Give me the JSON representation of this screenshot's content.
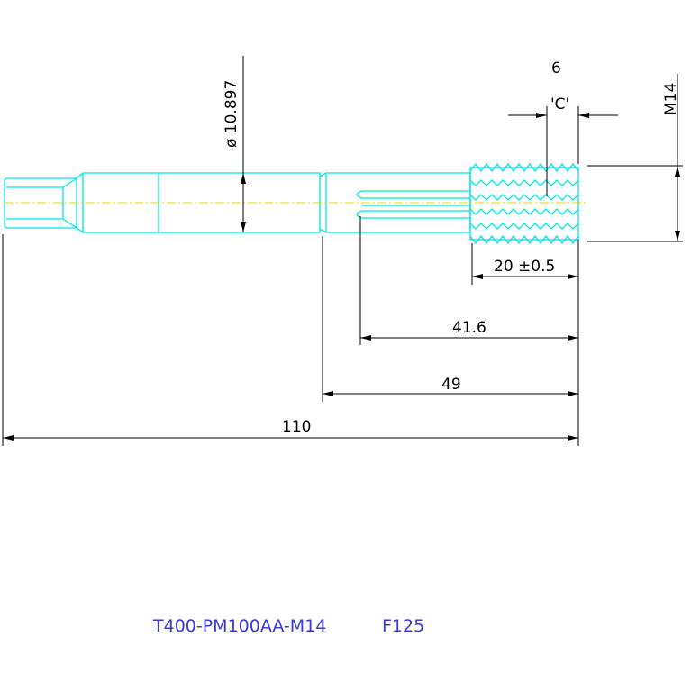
{
  "part": {
    "code": "T400-PM100AA-M14",
    "grade": "F125"
  },
  "dimensions": {
    "shank_diameter": "ø 10.897",
    "thread_size": "M14",
    "chamfer_value": "6",
    "chamfer_label": "'C'",
    "thread_length": "20 ±0.5",
    "flute_length": "41.6",
    "neck_length": "49",
    "overall_length": "110"
  },
  "colors": {
    "outline": "#00e5e5",
    "dimension": "#000000",
    "centerline": "#e5d800",
    "title": "#3b3bd9"
  }
}
